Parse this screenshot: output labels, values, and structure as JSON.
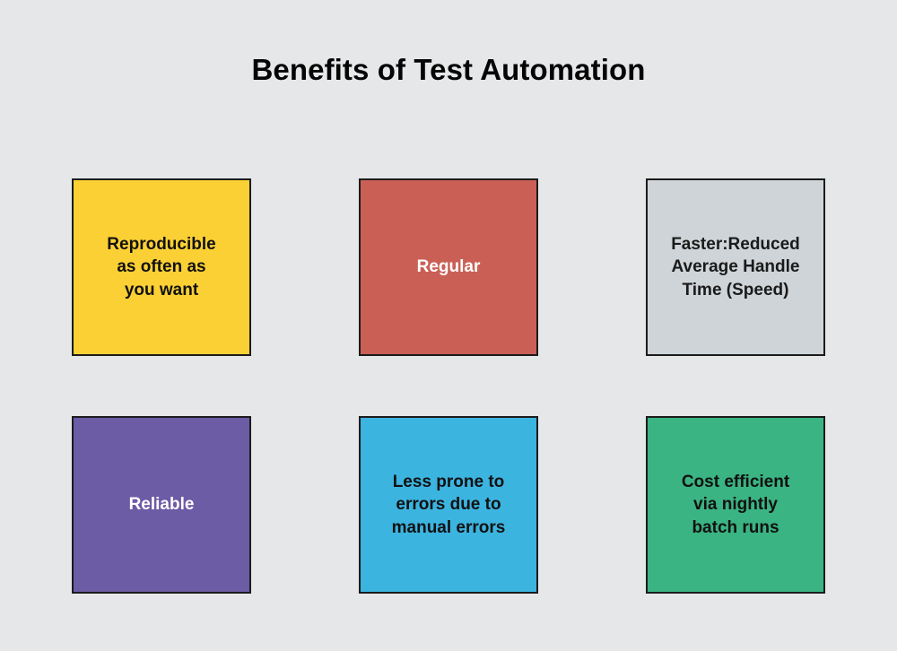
{
  "header": {
    "title": "Benefits of Test Automation"
  },
  "cards": [
    {
      "name": "card-reproducible",
      "label": "Reproducible\nas often as\nyou want",
      "bg": "#fbd034",
      "text_color": "#111111",
      "border_color": "#1b1b1b",
      "row": 0,
      "column": 0
    },
    {
      "name": "card-regular",
      "label": "Regular",
      "bg": "#ca6055",
      "text_color": "#ffffff",
      "border_color": "#1b1b1b",
      "row": 0,
      "column": 1
    },
    {
      "name": "card-faster",
      "label": "Faster:Reduced\nAverage Handle\nTime (Speed)",
      "bg": "#cfd4d8",
      "text_color": "#1a1a1a",
      "border_color": "#1b1b1b",
      "row": 0,
      "column": 2
    },
    {
      "name": "card-reliable",
      "label": "Reliable",
      "bg": "#6c5ba5",
      "text_color": "#ffffff",
      "border_color": "#1b1b1b",
      "row": 1,
      "column": 0
    },
    {
      "name": "card-less-prone-to-errors",
      "label": "Less prone to\nerrors due to\nmanual errors",
      "bg": "#3cb4e0",
      "text_color": "#111111",
      "border_color": "#1b1b1b",
      "row": 1,
      "column": 1
    },
    {
      "name": "card-cost-efficient",
      "label": "Cost efficient\nvia nightly\nbatch runs",
      "bg": "#3ab482",
      "text_color": "#111111",
      "border_color": "#1b1b1b",
      "row": 1,
      "column": 2
    }
  ],
  "canvas": {
    "background": "#e6e7e9"
  }
}
